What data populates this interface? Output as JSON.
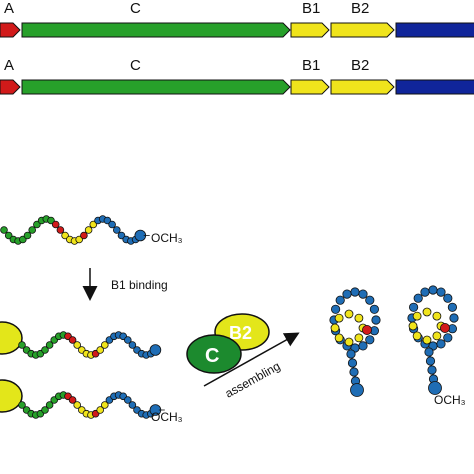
{
  "gene_tracks": {
    "labels": {
      "a": "A",
      "c": "C",
      "b1": "B1",
      "b2": "B2"
    }
  },
  "colors": {
    "red": "#d11a1a",
    "green": "#27a02a",
    "yellow": "#f0e41c",
    "blue": "#1f6db5",
    "navy": "#10259a",
    "dark_green": "#1c8a2e",
    "yellow_lime": "#e3e61a"
  },
  "steps": {
    "binding": "B1 binding",
    "assembling": "assembling"
  },
  "terminus": "OCH₃",
  "complex": {
    "c": "C",
    "b2": "B2"
  }
}
